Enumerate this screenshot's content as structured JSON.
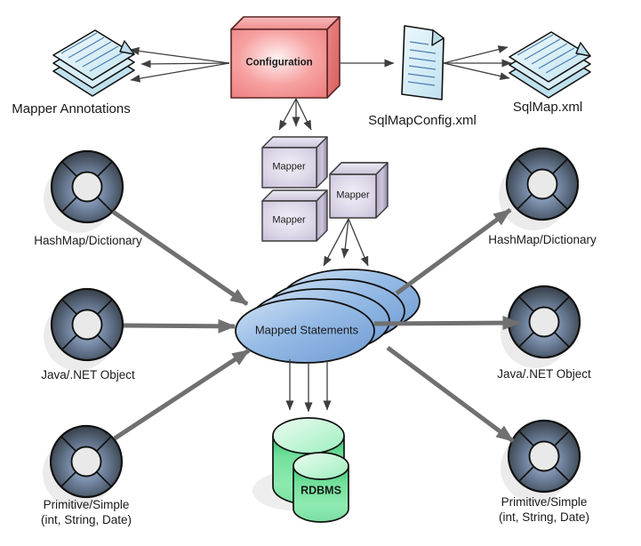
{
  "labels": {
    "configuration": "Configuration",
    "mapper_annotations": "Mapper Annotations",
    "sqlmap_config": "SqlMapConfig.xml",
    "sqlmap": "SqlMap.xml",
    "mapper": "Mapper",
    "mapped_statements": "Mapped Statements",
    "rdbms": "RDBMS",
    "hashmap": "HashMap/Dictionary",
    "java_object": "Java/.NET Object",
    "primitive": "Primitive/Simple",
    "primitive_types": "(int, String, Date)"
  },
  "colors": {
    "configuration_box": "#ee8181",
    "mapper_box": "#d6cfe2",
    "statements_ellipse": "#8cb4e2",
    "database_cylinder": "#6fdf9a",
    "result_wheel_ring": "#5c6c82",
    "result_wheel_hub": "#e9e9e9",
    "document_page": "#d8edf6",
    "arrow_thin": "#3f3f3f",
    "arrow_thick": "#707070"
  },
  "edges": [
    {
      "from": "Configuration",
      "to": "Mapper Annotations",
      "style": "thin",
      "count": 3
    },
    {
      "from": "Configuration",
      "to": "SqlMapConfig.xml",
      "style": "thin",
      "count": 1
    },
    {
      "from": "SqlMapConfig.xml",
      "to": "SqlMap.xml",
      "style": "thin",
      "count": 3
    },
    {
      "from": "Configuration",
      "to": "Mapper",
      "style": "thin",
      "count": 3
    },
    {
      "from": "Mapper",
      "to": "Mapped Statements",
      "style": "thin",
      "count": 3
    },
    {
      "from": "Mapped Statements",
      "to": "RDBMS",
      "style": "thin",
      "count": 3
    },
    {
      "from": "HashMap/Dictionary (left)",
      "to": "Mapped Statements",
      "style": "thick"
    },
    {
      "from": "Java/.NET Object (left)",
      "to": "Mapped Statements",
      "style": "thick"
    },
    {
      "from": "Primitive/Simple (left)",
      "to": "Mapped Statements",
      "style": "thick"
    },
    {
      "from": "Mapped Statements",
      "to": "HashMap/Dictionary (right)",
      "style": "thick"
    },
    {
      "from": "Mapped Statements",
      "to": "Java/.NET Object (right)",
      "style": "thick"
    },
    {
      "from": "Mapped Statements",
      "to": "Primitive/Simple (right)",
      "style": "thick"
    }
  ]
}
